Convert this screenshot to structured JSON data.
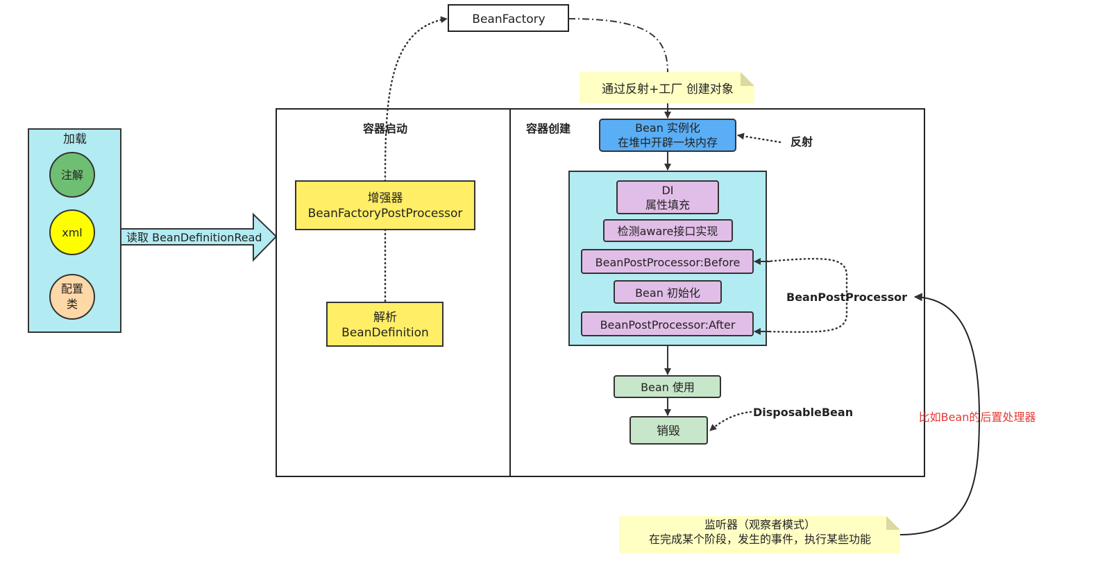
{
  "load_panel": {
    "title": "加载",
    "items": [
      {
        "lines": [
          "注解"
        ],
        "color": "#6fbf73"
      },
      {
        "lines": [
          "xml"
        ],
        "color": "#ffff00"
      },
      {
        "lines": [
          "配置",
          "类"
        ],
        "color": "#ffd8a8"
      }
    ]
  },
  "read_arrow": {
    "label": "读取 BeanDefinitionRead"
  },
  "container_start": {
    "title": "容器启动",
    "enhancer": {
      "lines": [
        "增强器",
        "BeanFactoryPostProcessor"
      ]
    },
    "parse": {
      "lines": [
        "解析",
        "BeanDefinition"
      ]
    }
  },
  "bean_factory": {
    "label": "BeanFactory"
  },
  "note_reflection_factory": {
    "text": "通过反射+工厂 创建对象"
  },
  "container_create": {
    "title": "容器创建",
    "instantiate": {
      "lines": [
        "Bean 实例化",
        "在堆中开辟一块内存"
      ]
    },
    "reflection_label": "反射",
    "di": {
      "lines": [
        "DI",
        "属性填充"
      ]
    },
    "aware": {
      "lines": [
        "检测aware接口实现"
      ]
    },
    "bpp_before": {
      "lines": [
        "BeanPostProcessor:Before"
      ]
    },
    "init": {
      "lines": [
        "Bean 初始化"
      ]
    },
    "bpp_after": {
      "lines": [
        "BeanPostProcessor:After"
      ]
    },
    "bpp_label": "BeanPostProcessor",
    "use": {
      "lines": [
        "Bean 使用"
      ]
    },
    "destroy": {
      "lines": [
        "销毁"
      ]
    },
    "disposable_label": "DisposableBean"
  },
  "post_processor_note": {
    "text": "比如Bean的后置处理器"
  },
  "listener_note": {
    "lines": [
      "监听器（观察者模式）",
      "在完成某个阶段，发生的事件，执行某些功能"
    ]
  },
  "colors": {
    "panel_cyan": "#b3ebf2",
    "note_yellow": "#ffffc4",
    "box_yellow": "#ffee66",
    "box_blue": "#5aaef5",
    "box_purple": "#e1bee7",
    "box_green": "#c8e6c9",
    "red_text": "#e53935"
  }
}
